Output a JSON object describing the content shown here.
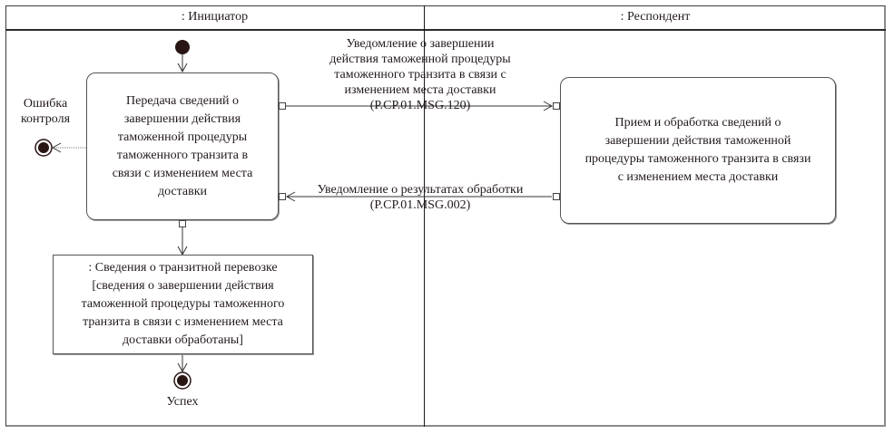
{
  "diagram": {
    "type": "uml-activity-diagram",
    "lanes": [
      {
        "id": "initiator",
        "title": ": Инициатор"
      },
      {
        "id": "respondent",
        "title": ": Респондент"
      }
    ],
    "nodes": {
      "start": {
        "kind": "initial-node"
      },
      "send_action": {
        "kind": "action",
        "lane": "initiator",
        "lines": [
          "Передача сведений о",
          "завершении действия",
          "таможенной процедуры",
          "таможенного транзита в",
          "связи с изменением места",
          "доставки"
        ]
      },
      "receive_action": {
        "kind": "action",
        "lane": "respondent",
        "lines": [
          "Прием и обработка сведений о",
          "завершении действия таможенной",
          "процедуры таможенного транзита в связи",
          "с изменением места доставки"
        ]
      },
      "object_node": {
        "kind": "object",
        "lane": "initiator",
        "lines": [
          ": Сведения о транзитной перевозке",
          "[сведения о завершении действия",
          "таможенной процедуры таможенного",
          "транзита в связи с изменением места",
          "доставки обработаны]"
        ]
      },
      "error_final": {
        "kind": "final-node",
        "label_lines": [
          "Ошибка",
          "контроля"
        ]
      },
      "success_final": {
        "kind": "final-node",
        "label": "Успех"
      }
    },
    "flows": {
      "notify": {
        "from": "send_action",
        "to": "receive_action",
        "lines": [
          "Уведомление о завершении",
          "действия таможенной процедуры",
          "таможенного транзита в связи с",
          "изменением места доставки",
          "(P.CP.01.MSG.120)"
        ]
      },
      "result": {
        "from": "receive_action",
        "to": "send_action",
        "lines": [
          "Уведомление о результатах обработки",
          "(P.CP.01.MSG.002)"
        ]
      }
    },
    "colors": {
      "line": "#333333",
      "node_fill": "#2a1515",
      "text": "#231a1a"
    }
  }
}
